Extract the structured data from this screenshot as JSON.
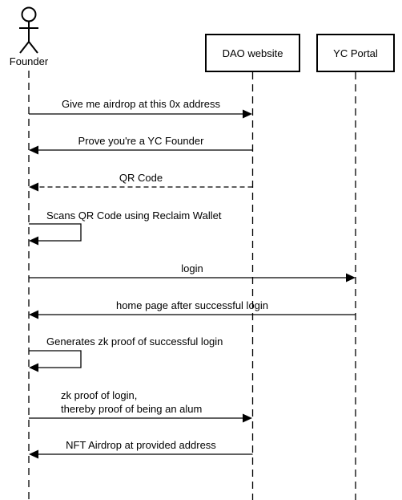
{
  "participants": {
    "founder": "Founder",
    "dao": "DAO website",
    "yc": "YC Portal"
  },
  "messages": [
    {
      "label": "Give me airdrop at this 0x address",
      "from": "founder",
      "to": "dao",
      "style": "solid"
    },
    {
      "label": "Prove you're a YC Founder",
      "from": "dao",
      "to": "founder",
      "style": "solid"
    },
    {
      "label": "QR Code",
      "from": "dao",
      "to": "founder",
      "style": "dashed"
    },
    {
      "label": "Scans QR Code using Reclaim Wallet",
      "from": "founder",
      "to": "founder",
      "style": "self"
    },
    {
      "label": "login",
      "from": "founder",
      "to": "yc",
      "style": "solid"
    },
    {
      "label": "home page after successful login",
      "from": "yc",
      "to": "founder",
      "style": "solid"
    },
    {
      "label": "Generates zk proof of successful login",
      "from": "founder",
      "to": "founder",
      "style": "self"
    },
    {
      "label_lines": [
        "zk proof of login,",
        "thereby proof of being an alum"
      ],
      "from": "founder",
      "to": "dao",
      "style": "solid"
    },
    {
      "label": "NFT Airdrop at provided address",
      "from": "dao",
      "to": "founder",
      "style": "solid"
    }
  ]
}
